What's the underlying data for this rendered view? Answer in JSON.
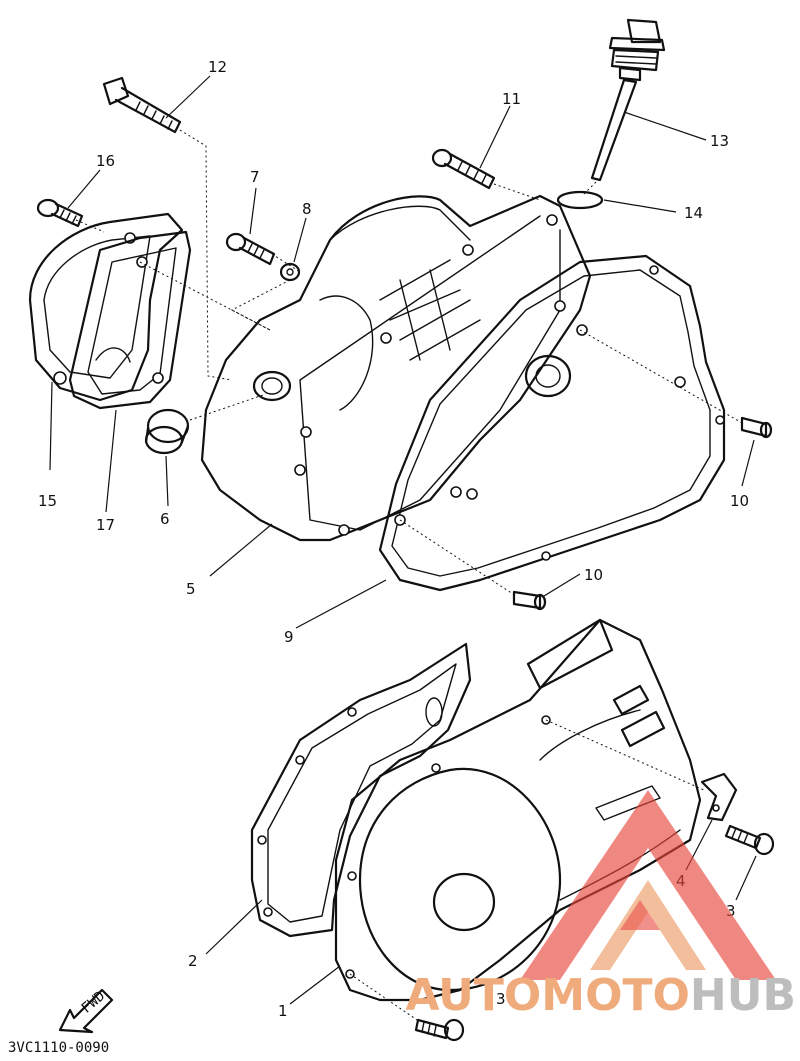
{
  "diagram": {
    "part_labels": {
      "p1": "1",
      "p2": "2",
      "p3a": "3",
      "p3b": "3",
      "p4": "4",
      "p5": "5",
      "p6": "6",
      "p7": "7",
      "p8": "8",
      "p9": "9",
      "p10a": "10",
      "p10b": "10",
      "p11": "11",
      "p12": "12",
      "p13": "13",
      "p14": "14",
      "p15": "15",
      "p16": "16",
      "p17": "17"
    },
    "drawing_code": "3VC1110-0090",
    "fwd_arrow_label": "FWD"
  },
  "watermark": {
    "text_auto": "AUTO",
    "text_moto": "MOTO",
    "text_hub": "HUB",
    "colors": {
      "logo_red": "#e8463c",
      "logo_orange": "#f0ab7c",
      "logo_gray": "#bdbdbd"
    }
  }
}
